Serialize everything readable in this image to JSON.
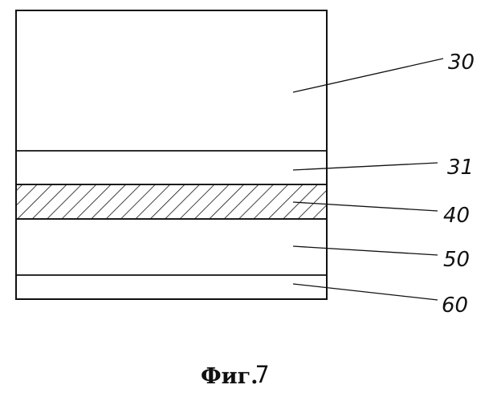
{
  "figure": {
    "caption_text": "Фиг.",
    "caption_number": "7",
    "layers": [
      {
        "id": "layer-30",
        "label": "30"
      },
      {
        "id": "layer-31",
        "label": "31"
      },
      {
        "id": "layer-40",
        "label": "40",
        "hatched": true
      },
      {
        "id": "layer-50",
        "label": "50"
      },
      {
        "id": "layer-60",
        "label": "60"
      }
    ]
  }
}
